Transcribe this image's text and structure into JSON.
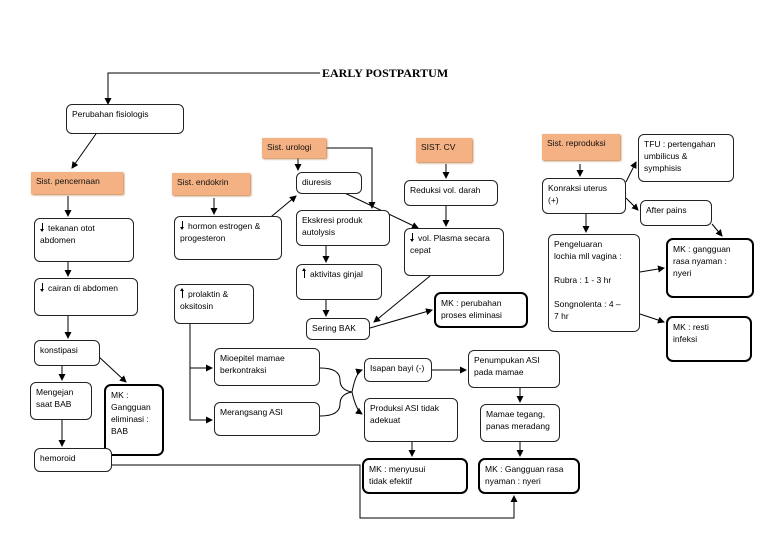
{
  "title": "EARLY POSTPARTUM",
  "nodes": {
    "perubahan": "Perubahan fisiologis",
    "sist_pencernaan": "Sist. pencernaan",
    "sist_endokrin": "Sist. endokrin",
    "sist_urologi": "Sist. urologi",
    "sist_cv": "SIST. CV",
    "sist_reproduksi": "Sist. reproduksi",
    "tekanan_otot": "tekanan otot\nabdomen",
    "cairan_abdomen": "cairan di abdomen",
    "konstipasi": "konstipasi",
    "mengejan": "Mengejan\nsaat BAB",
    "mk_eliminasi_bab": "MK :\nGangguan\neliminasi :\nBAB",
    "hemoroid": "hemoroid",
    "hormon": "hormon estrogen &\nprogesteron",
    "prolaktin": "prolaktin &\noksitosin",
    "mioepitel": "Mioepitel mamae\nberkontraksi",
    "merangsang": "Merangsang ASI",
    "diuresis": "diuresis",
    "ekskresi": "Ekskresi produk\nautolysis",
    "aktivitas_ginjal": "aktivitas ginjal",
    "sering_bak": "Sering BAK",
    "mk_eliminasi": "MK : perubahan\nproses eliminasi",
    "reduksi": "Reduksi vol. darah",
    "vol_plasma": "vol. Plasma secara\ncepat",
    "isapan": "Isapan bayi (-)",
    "produksi_asi": "Produksi ASI tidak\nadekuat",
    "mk_menyusui": "MK : menyusui\ntidak efektif",
    "penumpukan": "Penumpukan ASI\npada mamae",
    "mamae_tegang": "Mamae tegang,\npanas meradang",
    "mk_nyaman1": "MK : Gangguan rasa\nnyaman : nyeri",
    "konraksi": "Konraksi uterus\n(+)",
    "tfu": "TFU : pertengahan\numbilicus &\nsymphisis",
    "after_pains": "After pains",
    "pengeluaran": "Pengeluaran\nlochia mll vagina :\n\nRubra : 1 -  3  hr\n\nSongnolenta : 4 –\n7 hr",
    "mk_nyaman2": "MK : gangguan\nrasa nyaman :\nnyeri",
    "mk_infeksi": "MK : resti\ninfeksi"
  },
  "colors": {
    "system_fill": "#f4b183"
  }
}
